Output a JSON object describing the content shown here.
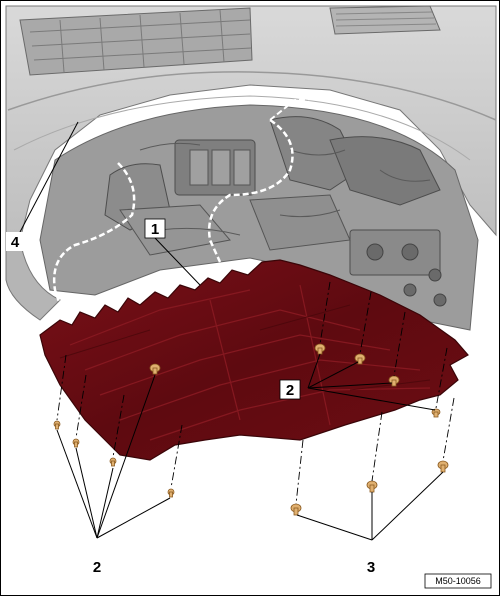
{
  "figure": {
    "callouts": {
      "one": "1",
      "two_a": "2",
      "two_b": "2",
      "three": "3",
      "four": "4"
    },
    "figure_id": "M50-10056",
    "colors": {
      "panel": "#6e0d13",
      "panel_edge": "#3a0508",
      "panel_highlight": "#8a1a22",
      "fastener": "#e0b070",
      "body_gray": "#c9c9c9",
      "engine_gray": "#8d8d8d"
    }
  }
}
